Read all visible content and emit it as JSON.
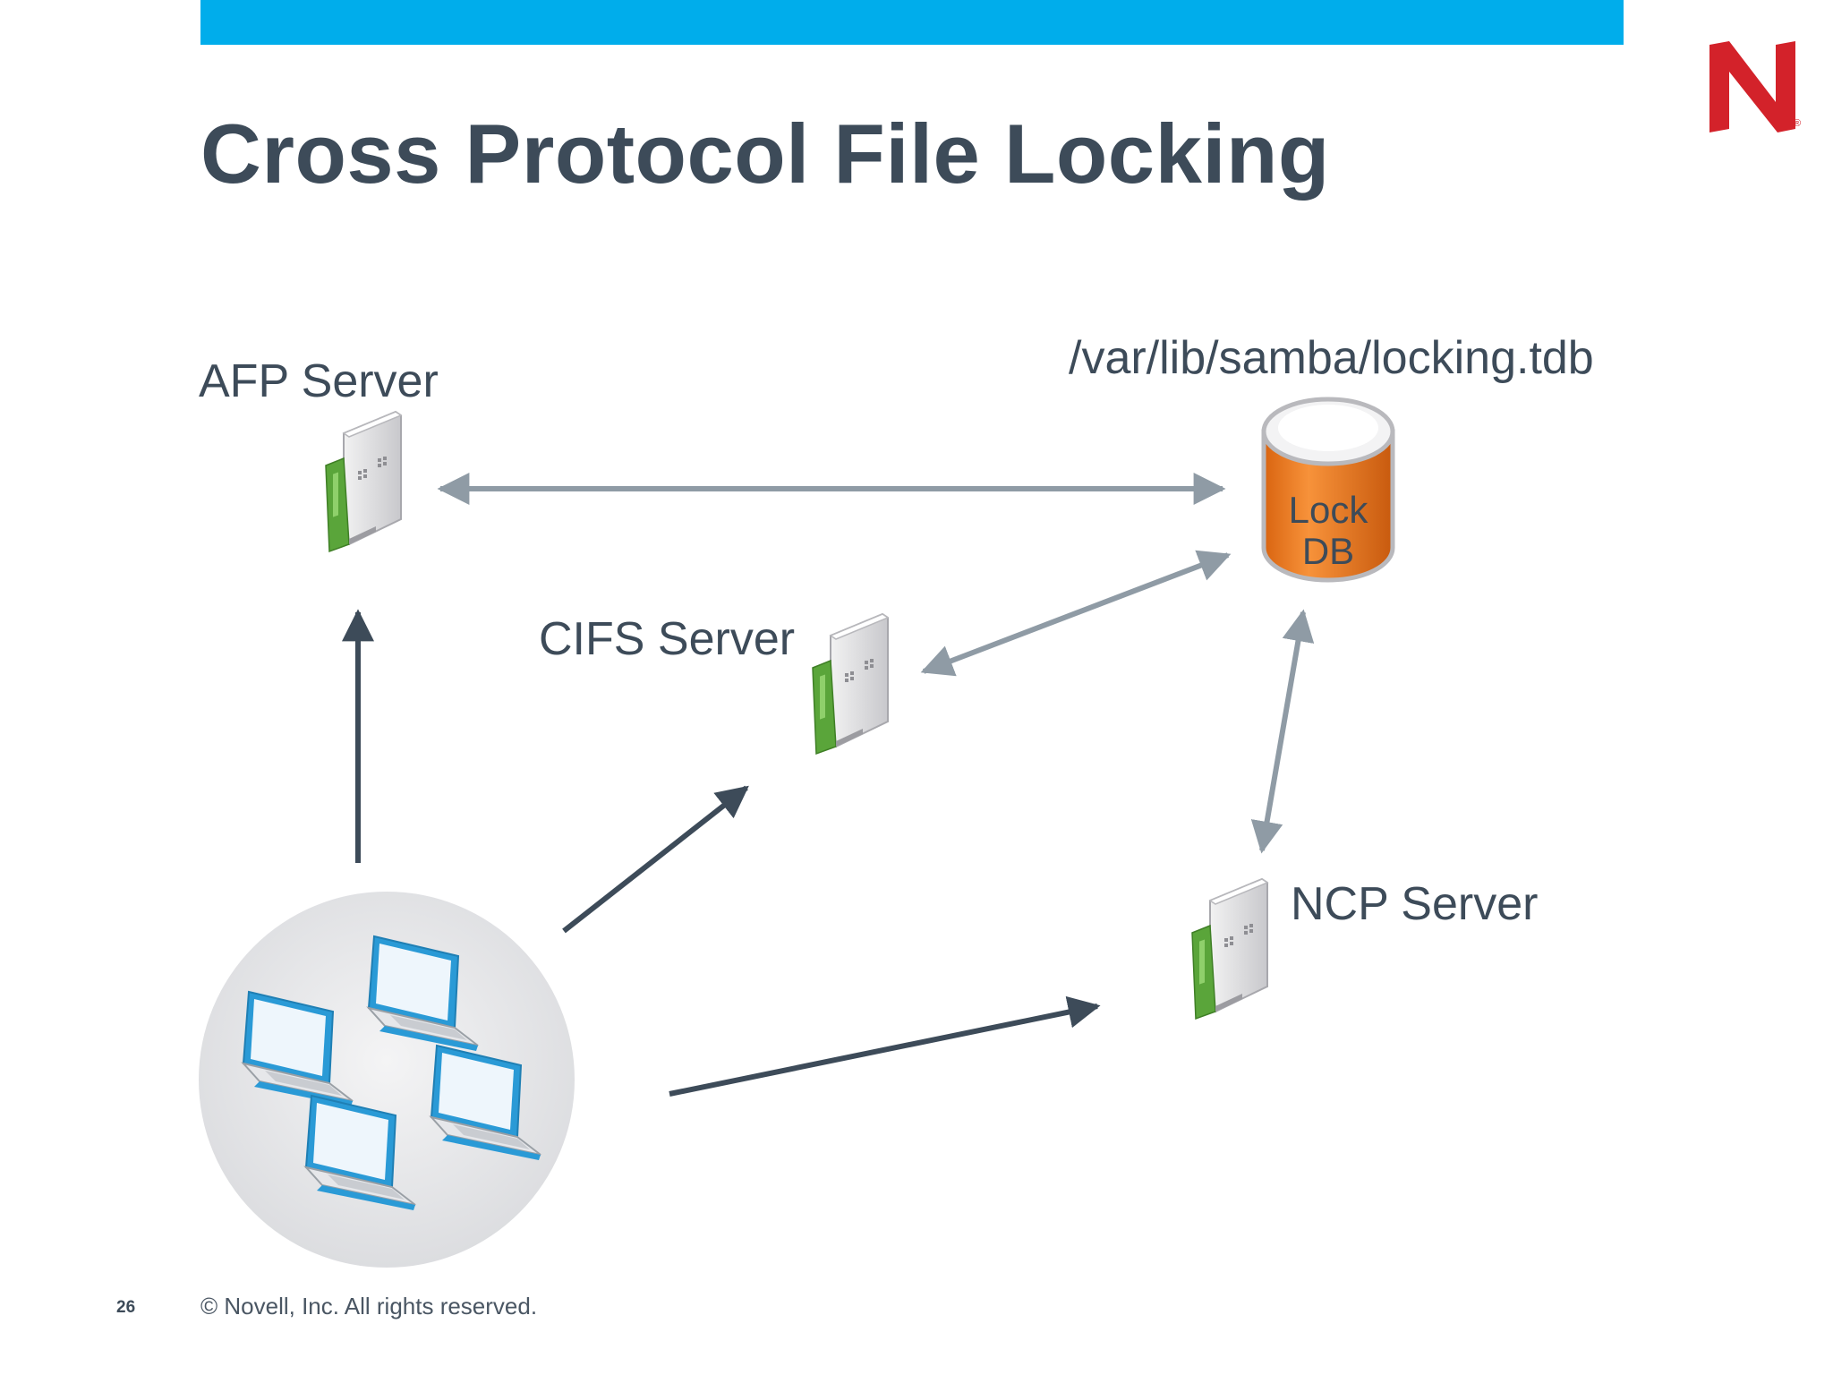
{
  "slide": {
    "title": "Cross Protocol File Locking",
    "page_number": "26",
    "copyright": "© Novell, Inc.  All rights reserved."
  },
  "logo": {
    "letter": "N",
    "trademark": "®"
  },
  "diagram": {
    "afp_label": "AFP Server",
    "cifs_label": "CIFS Server",
    "ncp_label": "NCP Server",
    "db_path": "/var/lib/samba/locking.tdb",
    "db_line1": "Lock",
    "db_line2": "DB"
  },
  "colors": {
    "accent_bar": "#00adeb",
    "brand_red": "#d3222a",
    "title": "#3d4b59",
    "arrow_dark": "#3d4b59",
    "arrow_light": "#8f9ba5",
    "db_orange": "#f07a1c",
    "server_green": "#5aa53a",
    "laptop_blue": "#2a9ad6"
  }
}
